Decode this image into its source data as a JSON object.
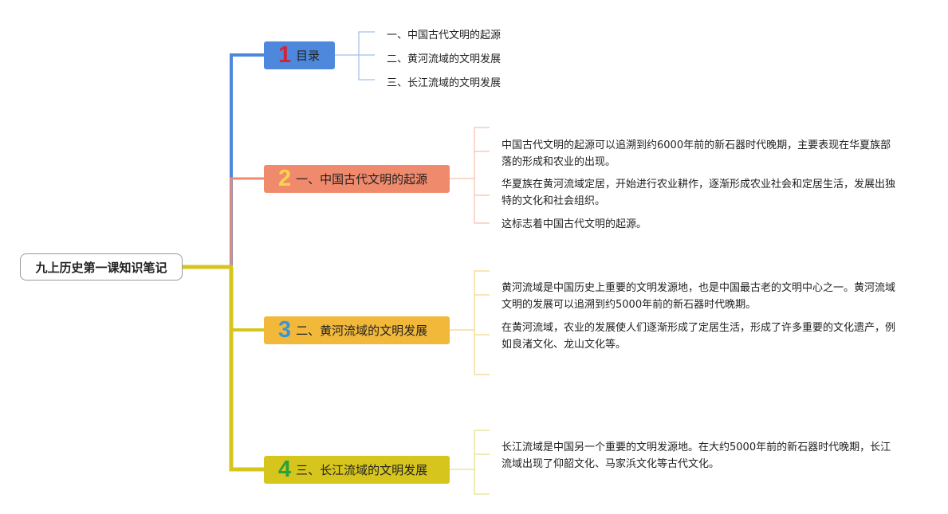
{
  "root": {
    "label": "九上历史第一课知识笔记"
  },
  "topics": [
    {
      "num": "1",
      "label": "目录"
    },
    {
      "num": "2",
      "label": "一、中国古代文明的起源"
    },
    {
      "num": "3",
      "label": "二、黄河流域的文明发展"
    },
    {
      "num": "4",
      "label": "三、长江流域的文明发展"
    }
  ],
  "toc": [
    "一、中国古代文明的起源",
    "二、黄河流域的文明发展",
    "三、长江流域的文明发展"
  ],
  "notes": {
    "origin": [
      "中国古代文明的起源可以追溯到约6000年前的新石器时代晚期，主要表现在华夏族部落的形成和农业的出现。",
      "华夏族在黄河流域定居，开始进行农业耕作，逐渐形成农业社会和定居生活，发展出独特的文化和社会组织。",
      "这标志着中国古代文明的起源。"
    ],
    "yellow_river": [
      "黄河流域是中国历史上重要的文明发源地，也是中国最古老的文明中心之一。黄河流域文明的发展可以追溯到约5000年前的新石器时代晚期。",
      "在黄河流域，农业的发展使人们逐渐形成了定居生活，形成了许多重要的文化遗产，例如良渚文化、龙山文化等。"
    ],
    "yangtze": [
      "长江流域是中国另一个重要的文明发源地。在大约5000年前的新石器时代晚期，长江流域出现了仰韶文化、马家浜文化等古代文化。"
    ]
  },
  "colors": {
    "blue": "#4e88dc",
    "salmon": "#f08a6c",
    "orange": "#f2b83a",
    "olive": "#d6c51d",
    "toc_line": "#9fbfe6",
    "origin_line": "#f6c1ae",
    "yellow_line": "#f2d58a"
  }
}
